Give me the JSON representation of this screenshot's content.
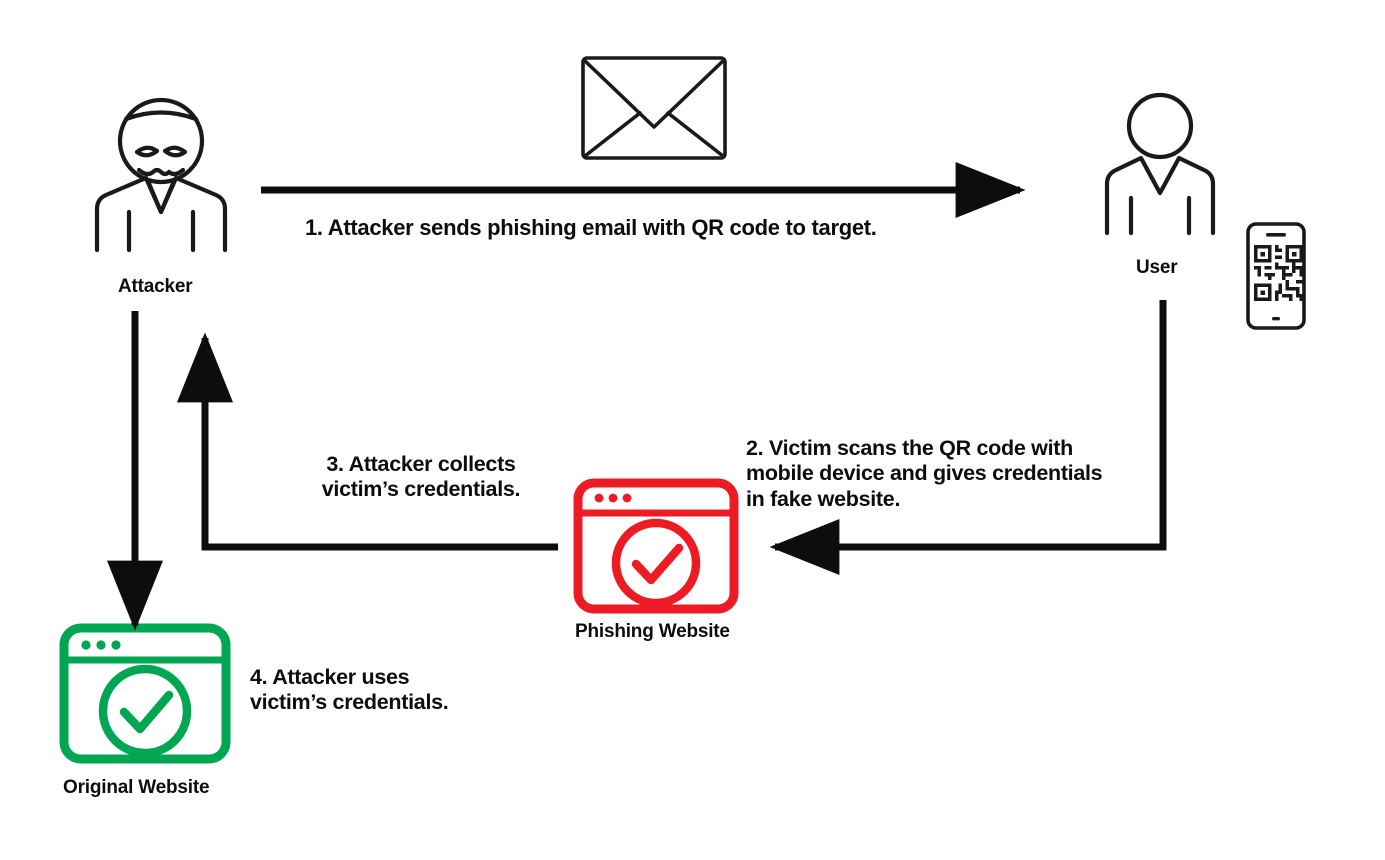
{
  "diagram": {
    "title": "QR code phishing (quishing) attack flow",
    "background_color": "#ffffff",
    "stroke_color": "#1a1a1a",
    "phishing_color": "#ED1C24",
    "original_color": "#00A651"
  },
  "nodes": {
    "attacker": {
      "label": "Attacker",
      "icon": "masked-attacker-icon"
    },
    "user": {
      "label": "User",
      "icon": "person-icon"
    },
    "phone": {
      "icon": "mobile-phone-qr-code-icon"
    },
    "email": {
      "icon": "envelope-icon"
    },
    "phishing_site": {
      "label": "Phishing Website",
      "icon": "browser-window-check-icon",
      "color": "#ED1C24"
    },
    "original_site": {
      "label": "Original Website",
      "icon": "browser-window-check-icon",
      "color": "#00A651"
    }
  },
  "steps": [
    {
      "id": "step-1",
      "number": "1.",
      "text": "1. Attacker sends phishing email with QR code to target.",
      "lines": [
        "1. Attacker sends phishing email with QR code to target."
      ],
      "arrow": "attacker-to-user-arrow",
      "direction": "right"
    },
    {
      "id": "step-2",
      "number": "2.",
      "text": "2. Victim scans the QR code with mobile device and gives credentials in fake website.",
      "lines": [
        "2. Victim scans the QR code with",
        "mobile device and gives credentials",
        "in fake website."
      ],
      "arrow": "user-to-phishing-arrow",
      "direction": "down-left"
    },
    {
      "id": "step-3",
      "number": "3.",
      "text": "3. Attacker collects victim’s credentials.",
      "lines": [
        "3. Attacker collects",
        "victim’s credentials."
      ],
      "arrow": "phishing-to-attacker-arrow",
      "direction": "left-up"
    },
    {
      "id": "step-4",
      "number": "4.",
      "text": "4. Attacker uses victim’s credentials.",
      "lines": [
        "4. Attacker uses",
        "victim’s credentials."
      ],
      "arrow": "attacker-to-original-arrow",
      "direction": "down"
    }
  ]
}
